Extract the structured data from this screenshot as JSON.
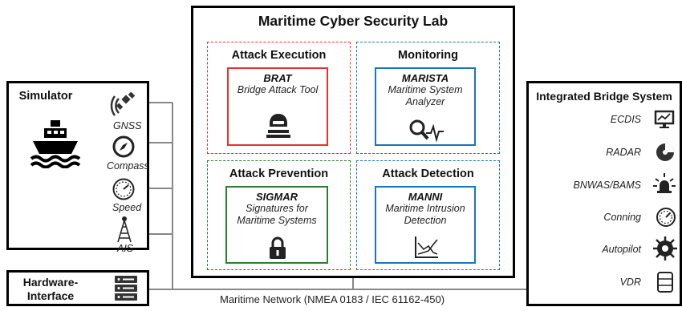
{
  "lab": {
    "title": "Maritime Cyber Security Lab",
    "sections": {
      "attack_execution": {
        "title": "Attack Execution",
        "color": "#e8312f",
        "tool": "BRAT",
        "desc1": "Bridge Attack Tool",
        "desc2": ""
      },
      "monitoring": {
        "title": "Monitoring",
        "color": "#1b75bb",
        "tool": "MARISTA",
        "desc1": "Maritime System",
        "desc2": "Analyzer"
      },
      "attack_prevention": {
        "title": "Attack Prevention",
        "color": "#2e7d32",
        "tool": "SIGMAR",
        "desc1": "Signatures for",
        "desc2": "Maritime Systems"
      },
      "attack_detection": {
        "title": "Attack Detection",
        "color": "#1b75bb",
        "tool": "MANNI",
        "desc1": "Maritime Intrusion",
        "desc2": "Detection"
      }
    }
  },
  "simulator": {
    "title": "Simulator",
    "sensors": [
      "GNSS",
      "Compass",
      "Speed",
      "AIS"
    ]
  },
  "hardware": {
    "title_line1": "Hardware-",
    "title_line2": "Interface"
  },
  "ibs": {
    "title": "Integrated Bridge System",
    "items": [
      "ECDIS",
      "RADAR",
      "BNWAS/BAMS",
      "Conning",
      "Autopilot",
      "VDR"
    ]
  },
  "network": {
    "label": "Maritime Network (NMEA 0183 / IEC 61162-450)"
  }
}
